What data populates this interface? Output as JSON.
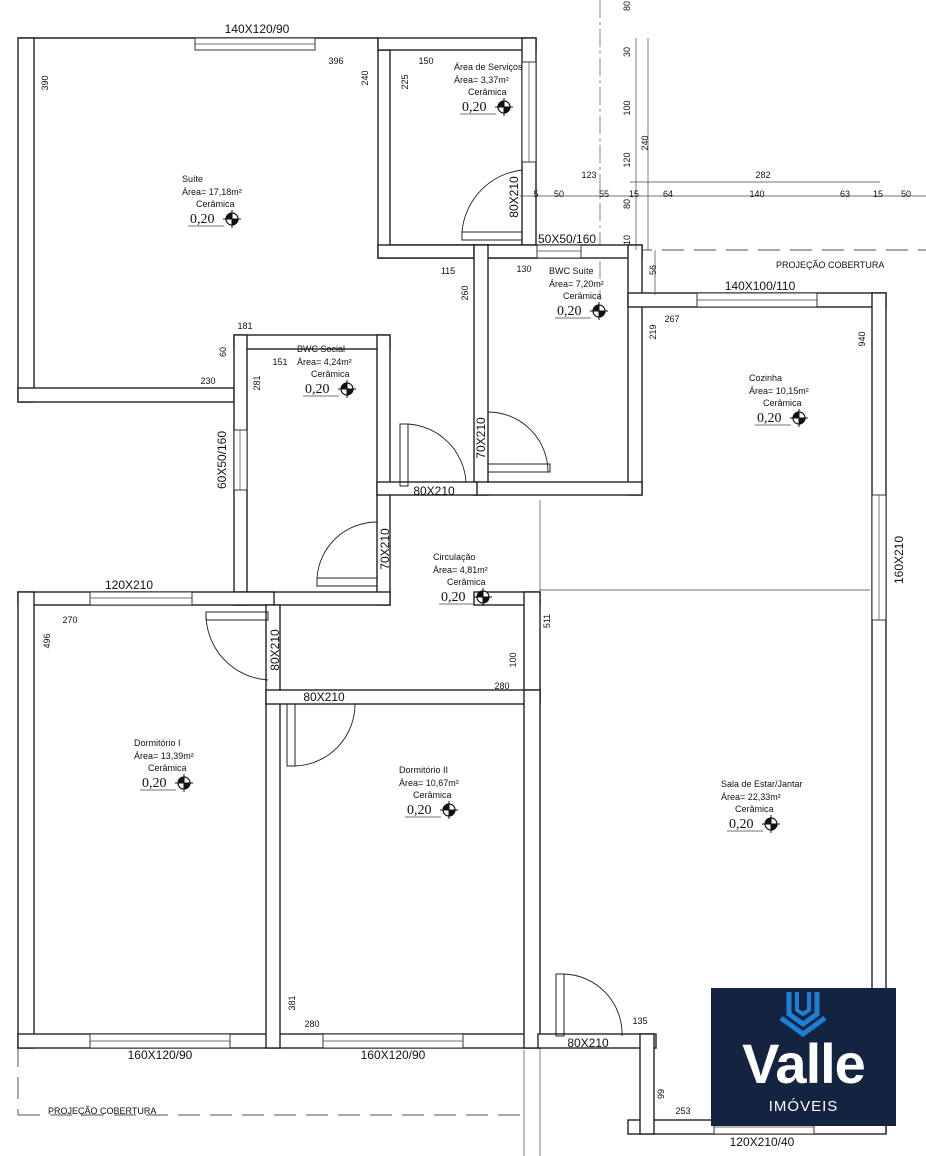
{
  "rooms": [
    {
      "name": "Suíte",
      "area": "Área= 17,18m²",
      "floor": "Cerâmica",
      "level": "0,20"
    },
    {
      "name": "Área de Serviços",
      "area": "Área= 3,37m²",
      "floor": "Cerâmica",
      "level": "0,20"
    },
    {
      "name": "BWC Suíte",
      "area": "Área= 7,20m²",
      "floor": "Cerâmica",
      "level": "0,20"
    },
    {
      "name": "BWC Social",
      "area": "Área= 4,24m²",
      "floor": "Cerâmica",
      "level": "0,20"
    },
    {
      "name": "Cozinha",
      "area": "Área= 10,15m²",
      "floor": "Cerâmica",
      "level": "0,20"
    },
    {
      "name": "Circulação",
      "area": "Área= 4,81m²",
      "floor": "Cerâmica",
      "level": "0,20"
    },
    {
      "name": "Dormitório I",
      "area": "Área= 13,39m²",
      "floor": "Cerâmica",
      "level": "0,20"
    },
    {
      "name": "Dormitório II",
      "area": "Área= 10,67m²",
      "floor": "Cerâmica",
      "level": "0,20"
    },
    {
      "name": "Sala de Estar/Jantar",
      "area": "Área= 22,33m²",
      "floor": "Cerâmica",
      "level": "0,20"
    }
  ],
  "openings": [
    "140X120/90",
    "50X50/160",
    "140X100/110",
    "60X50/160",
    "120X210",
    "80X210",
    "80X210",
    "70X210",
    "70X210",
    "80X210",
    "80X210",
    "160X210",
    "160X120/90",
    "160X120/90",
    "80X210",
    "120X210/40"
  ],
  "dimensions": [
    "396",
    "390",
    "240",
    "150",
    "225",
    "115",
    "260",
    "130",
    "181",
    "60",
    "151",
    "281",
    "230",
    "267",
    "219",
    "940",
    "270",
    "496",
    "511",
    "100",
    "280",
    "381",
    "280",
    "135",
    "99",
    "253",
    "123",
    "282",
    "5",
    "50",
    "55",
    "15",
    "64",
    "140",
    "63",
    "15",
    "50",
    "30",
    "100",
    "120",
    "240",
    "80",
    "10",
    "56",
    "80"
  ],
  "notes": [
    "PROJEÇÃO COBERTURA",
    "PROJEÇÃO COBERTURA"
  ],
  "brand": {
    "name": "Valle",
    "sub": "IMÓVEIS",
    "color": "#14233f",
    "accent": "#1d7fd6"
  }
}
